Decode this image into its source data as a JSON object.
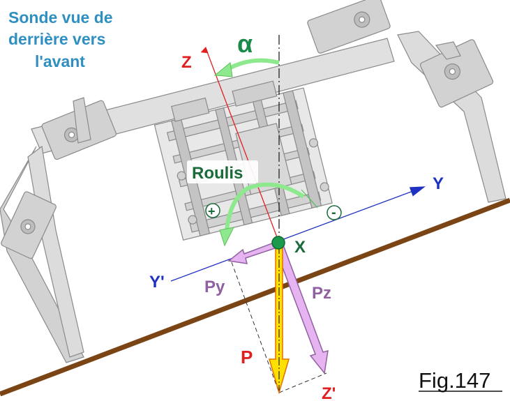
{
  "title": {
    "line1": "Sonde vue de",
    "line2": "derrière vers",
    "line3": "l'avant"
  },
  "labels": {
    "alpha": "α",
    "z": "Z",
    "y": "Y",
    "y_prime": "Y'",
    "x": "X",
    "roulis": "Roulis",
    "plus": "+",
    "minus": "-",
    "py": "Py",
    "pz": "Pz",
    "p": "P",
    "z_prime": "Z'"
  },
  "figure_label": "Fig.147",
  "colors": {
    "title_blue": "#2f8fc0",
    "axis_red": "#e02020",
    "axis_blue": "#2030c0",
    "rotation_green": "#90e890",
    "label_green": "#1a6a3a",
    "force_purple": "#9060a0",
    "force_fill": "#e6b4f0",
    "p_fill": "#ffe000",
    "p_edge": "#e07000",
    "ground": "#7a4414",
    "mechanism_gray": "#cfcfcf"
  }
}
